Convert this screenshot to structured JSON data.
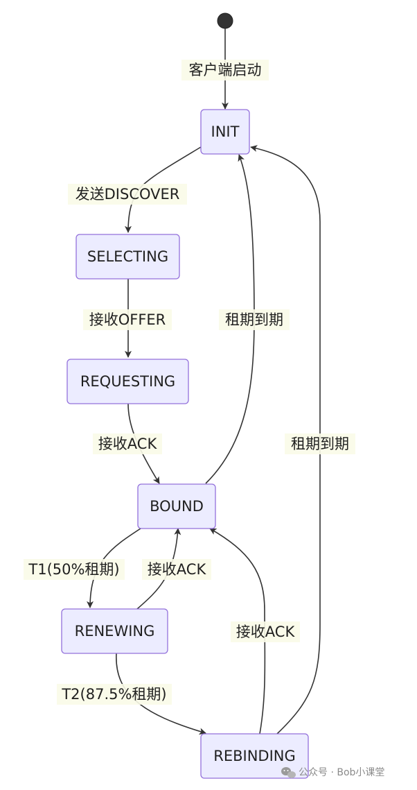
{
  "states": {
    "init": "INIT",
    "selecting": "SELECTING",
    "requesting": "REQUESTING",
    "bound": "BOUND",
    "renewing": "RENEWING",
    "rebinding": "REBINDING"
  },
  "transitions": {
    "start_to_init": "客户端启动",
    "init_to_selecting": "发送DISCOVER",
    "selecting_to_requesting": "接收OFFER",
    "requesting_to_bound": "接收ACK",
    "bound_to_init": "租期到期",
    "rebinding_to_init": "租期到期",
    "bound_to_renewing": "T1(50%租期)",
    "renewing_to_bound": "接收ACK",
    "rebinding_to_bound": "接收ACK",
    "renewing_to_rebinding": "T2(87.5%租期)"
  },
  "watermark": {
    "text": "公众号 · Bob小课堂",
    "icon": "wechat-icon"
  }
}
